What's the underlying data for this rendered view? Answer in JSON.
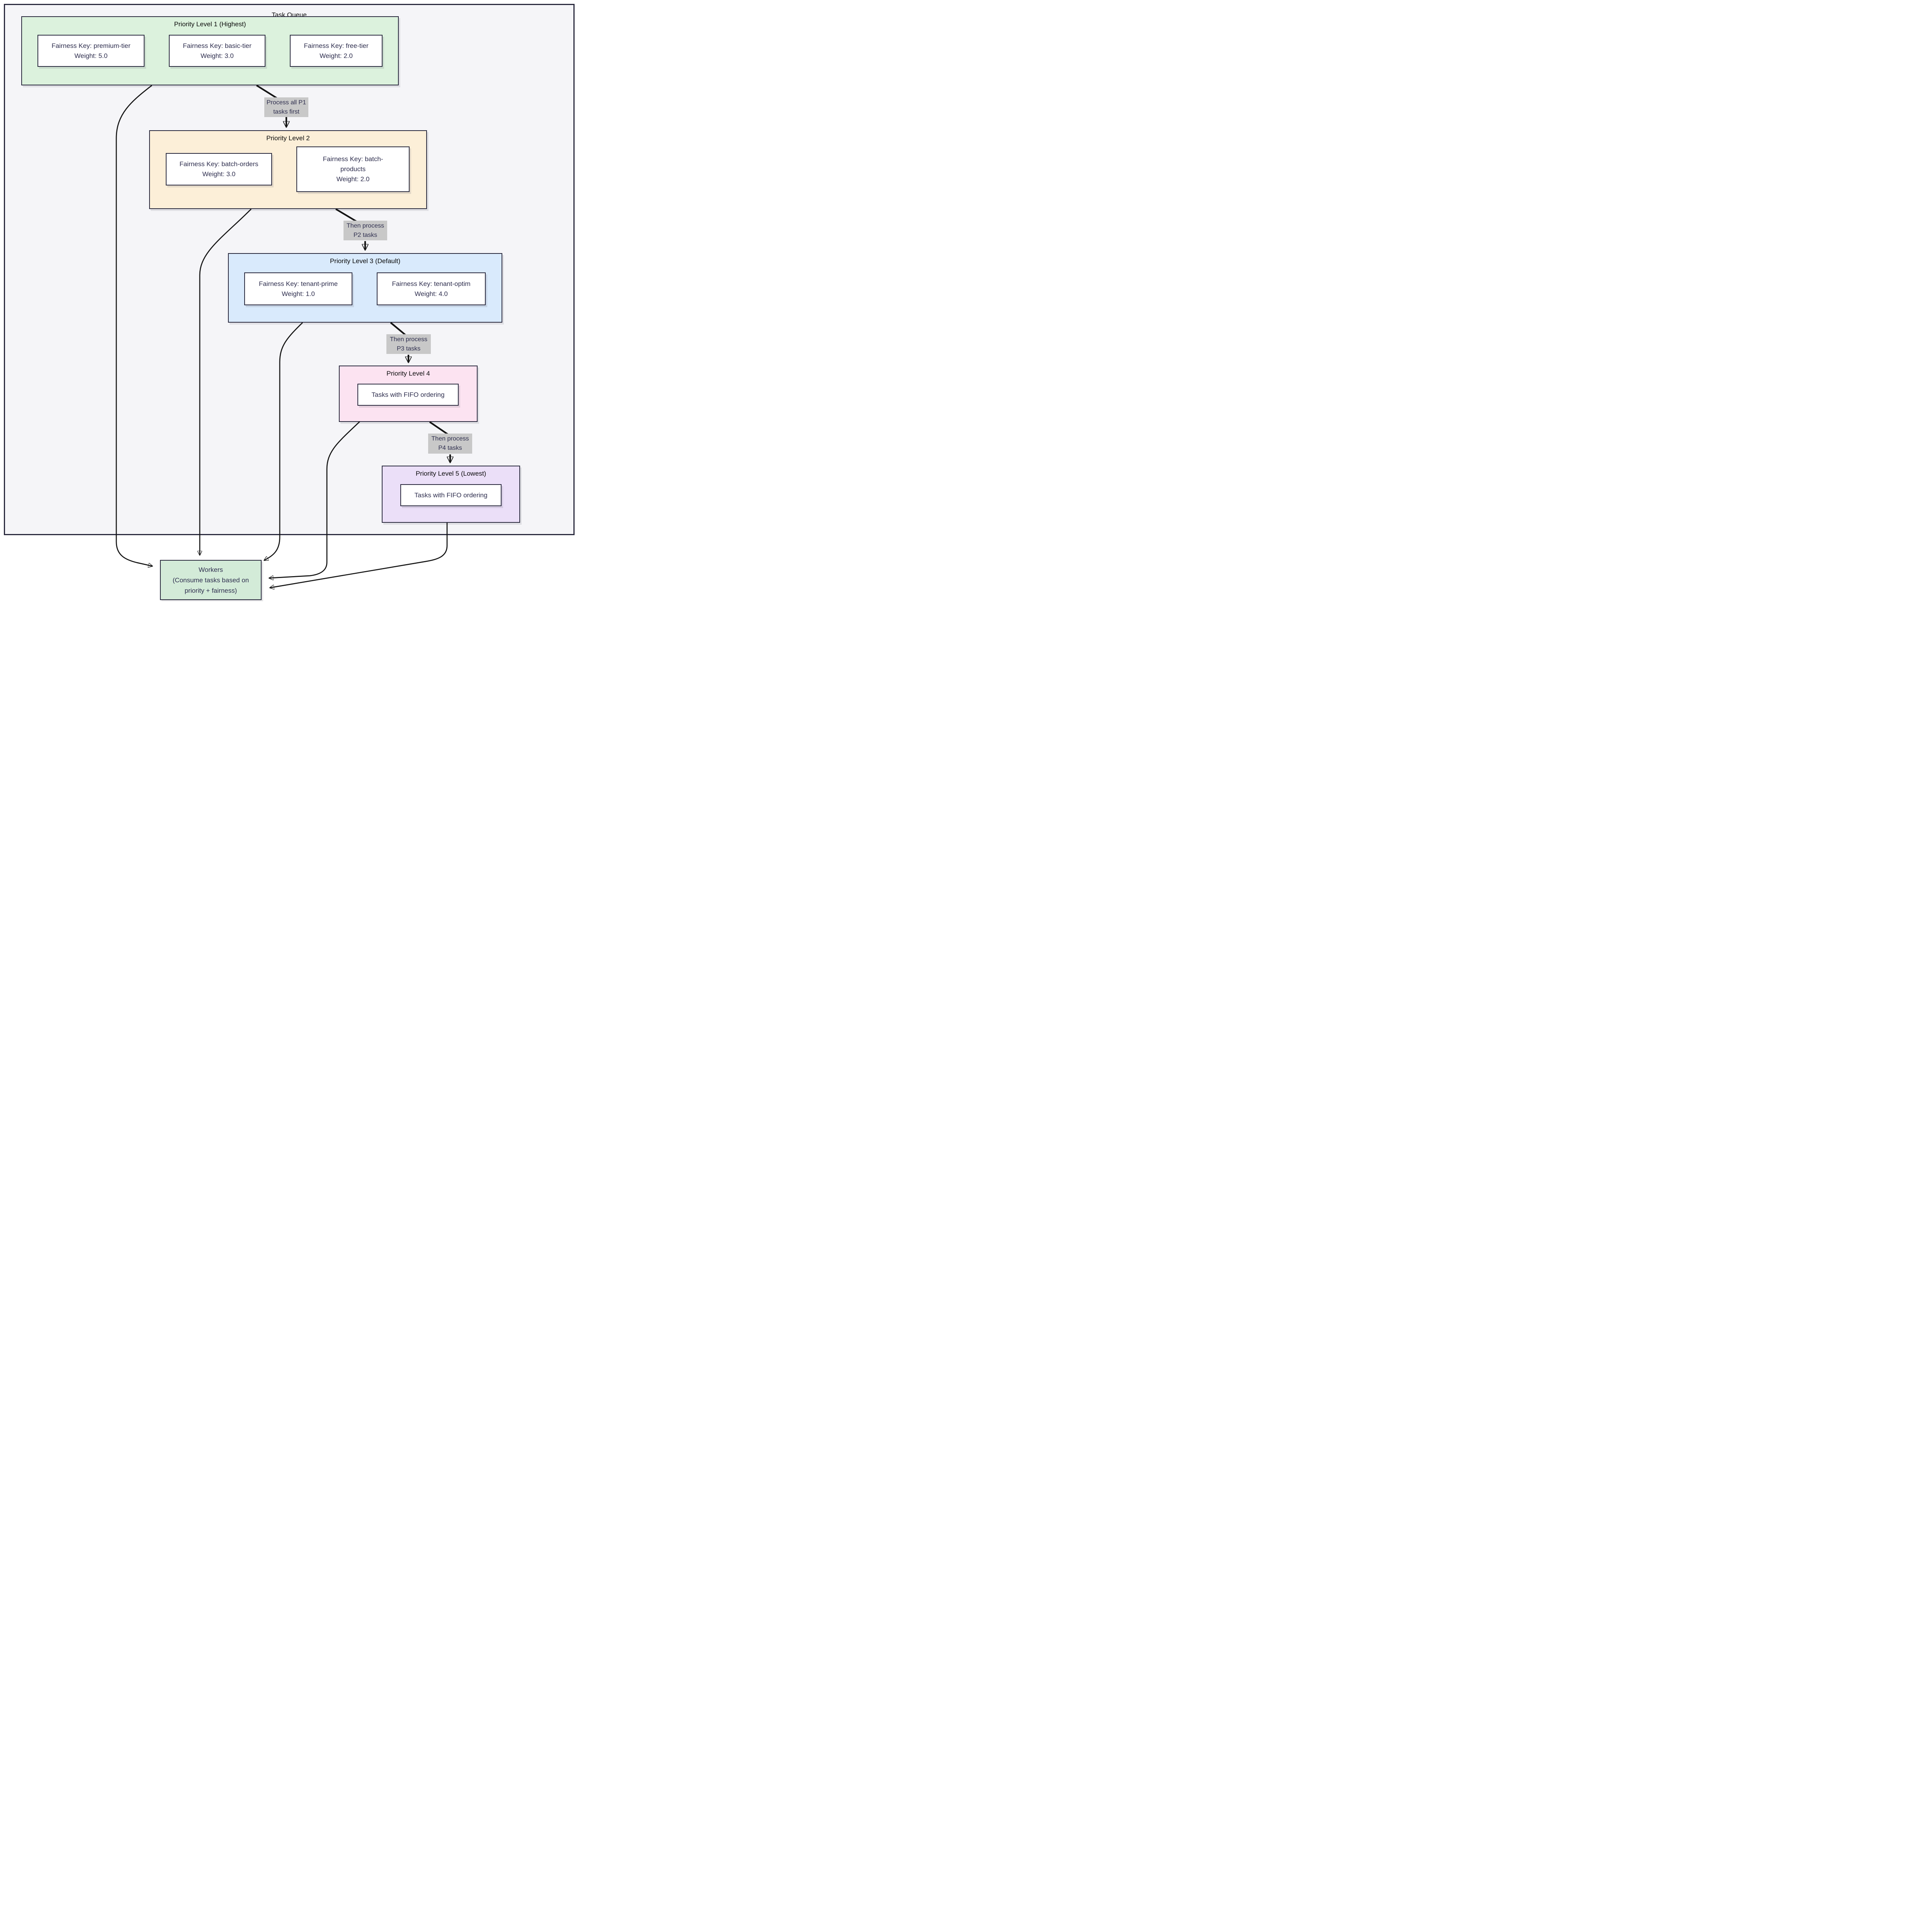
{
  "diagram": {
    "title": "Task Queue",
    "levels": [
      {
        "title": "Priority Level 1 (Highest)",
        "items": [
          {
            "lines": [
              "Fairness Key: premium-tier",
              "Weight: 5.0"
            ]
          },
          {
            "lines": [
              "Fairness Key: basic-tier",
              "Weight: 3.0"
            ]
          },
          {
            "lines": [
              "Fairness Key: free-tier",
              "Weight: 2.0"
            ]
          }
        ]
      },
      {
        "title": "Priority Level 2",
        "items": [
          {
            "lines": [
              "Fairness Key: batch-orders",
              "Weight: 3.0"
            ]
          },
          {
            "lines": [
              "Fairness Key: batch-",
              "products",
              "Weight: 2.0"
            ]
          }
        ]
      },
      {
        "title": "Priority Level 3 (Default)",
        "items": [
          {
            "lines": [
              "Fairness Key: tenant-prime",
              "Weight: 1.0"
            ]
          },
          {
            "lines": [
              "Fairness Key: tenant-optim",
              "Weight: 4.0"
            ]
          }
        ]
      },
      {
        "title": "Priority Level 4",
        "items": [
          {
            "lines": [
              "Tasks with FIFO ordering"
            ]
          }
        ]
      },
      {
        "title": "Priority Level 5 (Lowest)",
        "items": [
          {
            "lines": [
              "Tasks with FIFO ordering"
            ]
          }
        ]
      }
    ],
    "edges": [
      {
        "lines": [
          "Process all P1",
          "tasks first"
        ]
      },
      {
        "lines": [
          "Then process",
          "P2 tasks"
        ]
      },
      {
        "lines": [
          "Then process",
          "P3 tasks"
        ]
      },
      {
        "lines": [
          "Then process",
          "P4 tasks"
        ]
      }
    ],
    "workers": {
      "lines": [
        "Workers",
        "(Consume tasks based on",
        "priority + fairness)"
      ]
    },
    "colors": {
      "page_bg": "#ffffff",
      "frame_fill": "#f5f5f8",
      "border": "#29293d",
      "node_border": "#2a2a3e",
      "text": "#2e2e4e",
      "title_text": "#0b0b0b",
      "arrow": "#141414",
      "edge_label_bg": "#c8c8c8",
      "level1_fill": "#dcf2dd",
      "level2_fill": "#fcefd8",
      "level3_fill": "#d9eafc",
      "level4_fill": "#fce3f1",
      "level5_fill": "#ebdff8",
      "workers_fill": "#d3ebd8"
    }
  }
}
